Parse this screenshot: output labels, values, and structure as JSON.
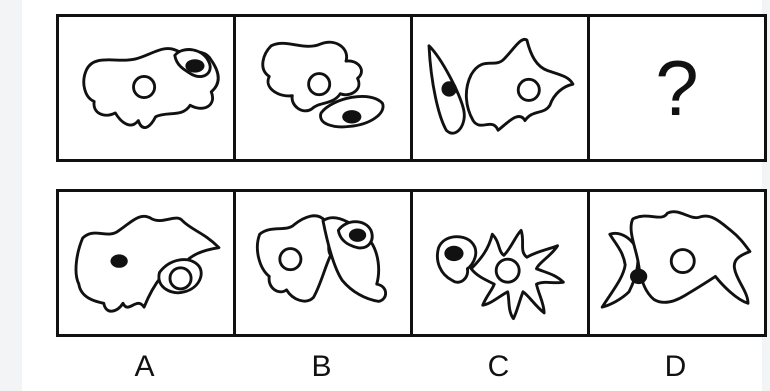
{
  "question_mark": "?",
  "options": [
    "A",
    "B",
    "C",
    "D"
  ]
}
